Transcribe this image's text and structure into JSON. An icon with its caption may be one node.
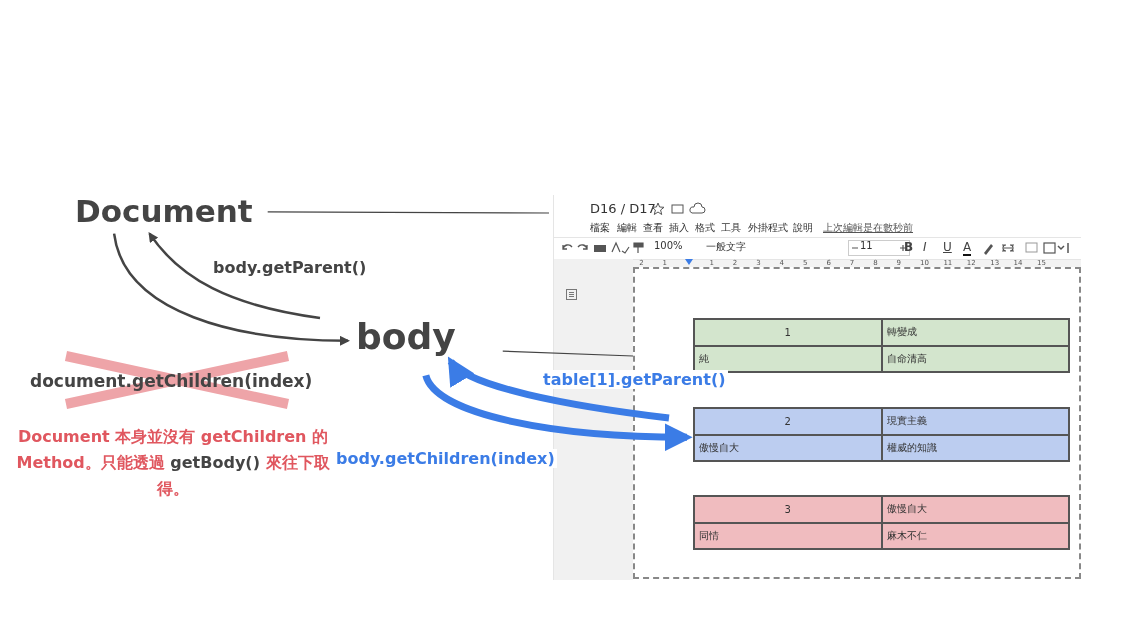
{
  "diagram": {
    "nodes": [
      {
        "text": [
          "Document"
        ]
      },
      {
        "text": [
          "body"
        ]
      },
      {
        "text": [
          "D16 / D17"
        ]
      },
      {
        "text": [],
        "shape": "box",
        "in": 2
      },
      {
        "text": [
          "1",
          "轉變成",
          "純",
          "自命清高"
        ],
        "in": 3
      },
      {
        "text": [
          "2",
          "現實主義",
          "傲慢自大",
          "權威的知識"
        ],
        "in": 3
      },
      {
        "text": [
          "3",
          "傲慢自大",
          "同情",
          "麻木不仁"
        ],
        "in": 3
      }
    ],
    "edges": [
      {
        "from": 0,
        "to": 1,
        "arrow": "to"
      },
      {
        "from": 1,
        "to": 0,
        "label": "body.getParent()",
        "arrow": "to"
      },
      {
        "from": 5,
        "to": 1,
        "label": "table[1].getParent()",
        "arrow": "to",
        "style": "thick",
        "color": "#3b7ce6"
      },
      {
        "from": 1,
        "to": 5,
        "label": "body.getChildren(index)",
        "arrow": "to",
        "style": "thick",
        "color": "#3b7ce6"
      },
      {
        "from": 0,
        "to": 2,
        "arrow": "none"
      },
      {
        "from": 1,
        "to": 3,
        "arrow": "none"
      }
    ],
    "labels": [
      "檔案",
      "編輯",
      "查看",
      "插入",
      "格式",
      "工具",
      "外掛程式",
      "說明",
      "上次編輯是在數秒前",
      "100%",
      "一般文字",
      "11",
      "B",
      "I",
      "U",
      "A",
      "2",
      "1",
      "1",
      "2",
      "3",
      "4",
      "5",
      "6",
      "7",
      "8",
      "9",
      "10",
      "11",
      "12",
      "13",
      "14",
      "15",
      "document.getChildren(index)",
      "Document 本身並沒有 getChildren 的 Method。只能透過 *getBody()* 來往下取得。"
    ]
  }
}
